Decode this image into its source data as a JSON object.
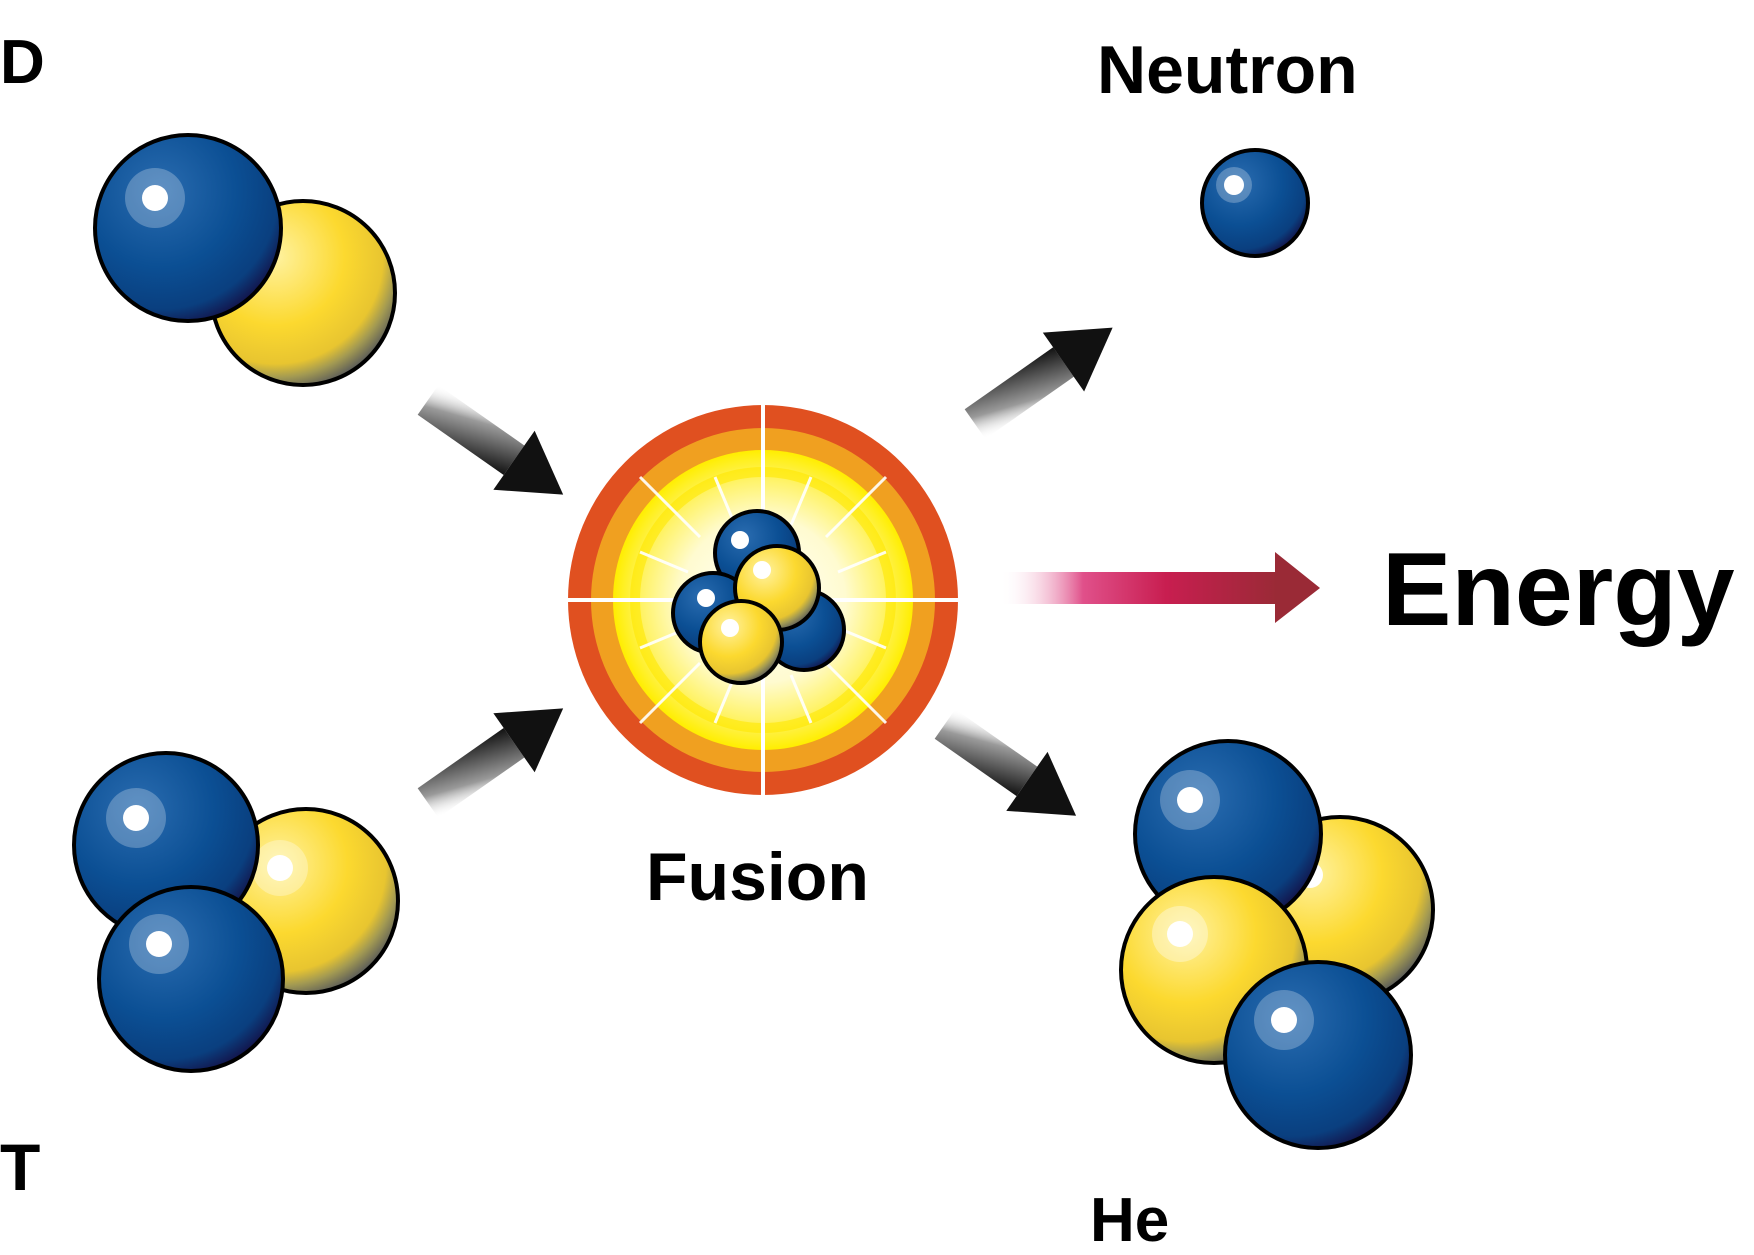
{
  "labels": {
    "deuterium": "D",
    "tritium": "T",
    "neutron": "Neutron",
    "fusion": "Fusion",
    "energy": "Energy",
    "helium": "He"
  },
  "colors": {
    "neutron_blue": "#0b4f94",
    "proton_yellow": "#fcd92f",
    "energy_arrow": "#9a2a36",
    "fusion_outer_ring": "#e05020",
    "fusion_mid_ring": "#f0a020",
    "fusion_core": "#ffee00",
    "arrow_dark": "#111111"
  }
}
